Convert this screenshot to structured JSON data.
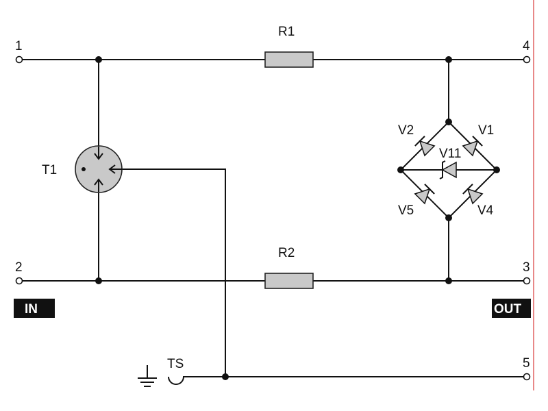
{
  "terminals": {
    "t1": "1",
    "t2": "2",
    "t3": "3",
    "t4": "4",
    "t5": "5"
  },
  "components": {
    "r1": "R1",
    "r2": "R2",
    "t1": "T1",
    "ts": "TS",
    "v1": "V1",
    "v2": "V2",
    "v4": "V4",
    "v5": "V5",
    "v11": "V11"
  },
  "tags": {
    "input": "IN",
    "output": "OUT"
  },
  "colors": {
    "component_fill": "#c9c9c9",
    "wire": "#111111",
    "border": "#d01010"
  }
}
